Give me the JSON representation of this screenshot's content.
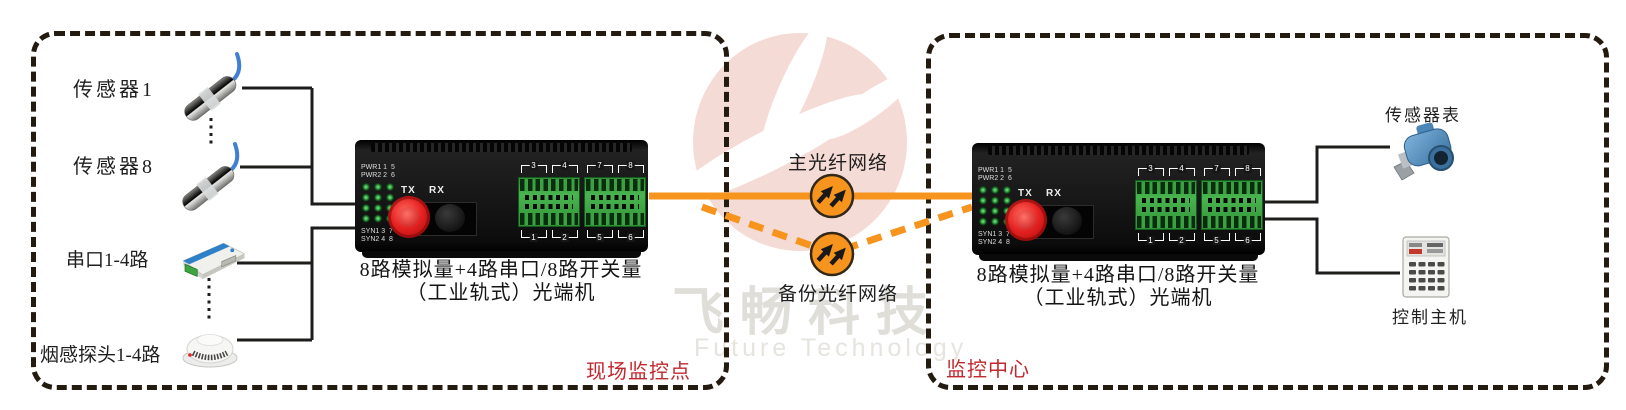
{
  "watermark": {
    "cn": "飞畅科技",
    "en": "Future Technology"
  },
  "left_zone": {
    "tag": "现场监控点",
    "sensor1": "传感器1",
    "sensor8": "传感器8",
    "serial": "串口1-4路",
    "smoke": "烟感探头1-4路",
    "device_caption": [
      "8路模拟量+4路串口/8路开关量",
      "（工业轨式）光端机"
    ]
  },
  "right_zone": {
    "tag": "监控中心",
    "sensor_meter": "传感器表",
    "control_host": "控制主机",
    "device_caption": [
      "8路模拟量+4路串口/8路开关量",
      "（工业轨式）光端机"
    ]
  },
  "fiber": {
    "primary": "主光纤网络",
    "backup": "备份光纤网络"
  },
  "device_panel": {
    "led_top": [
      "PWR1 1  5",
      "PWR2 2  6"
    ],
    "led_bottom": [
      "SYN1 3  7",
      "SYN2 4  8"
    ],
    "tx": "TX",
    "rx": "RX",
    "ports_top": [
      "3",
      "4",
      "7",
      "8"
    ],
    "ports_bottom": [
      "1",
      "2",
      "5",
      "6"
    ]
  },
  "colors": {
    "accent_orange": "#F7941D",
    "label_red": "#C2272D",
    "terminal_green": "#3DA642",
    "logo_pink": "#F5DBD5"
  }
}
